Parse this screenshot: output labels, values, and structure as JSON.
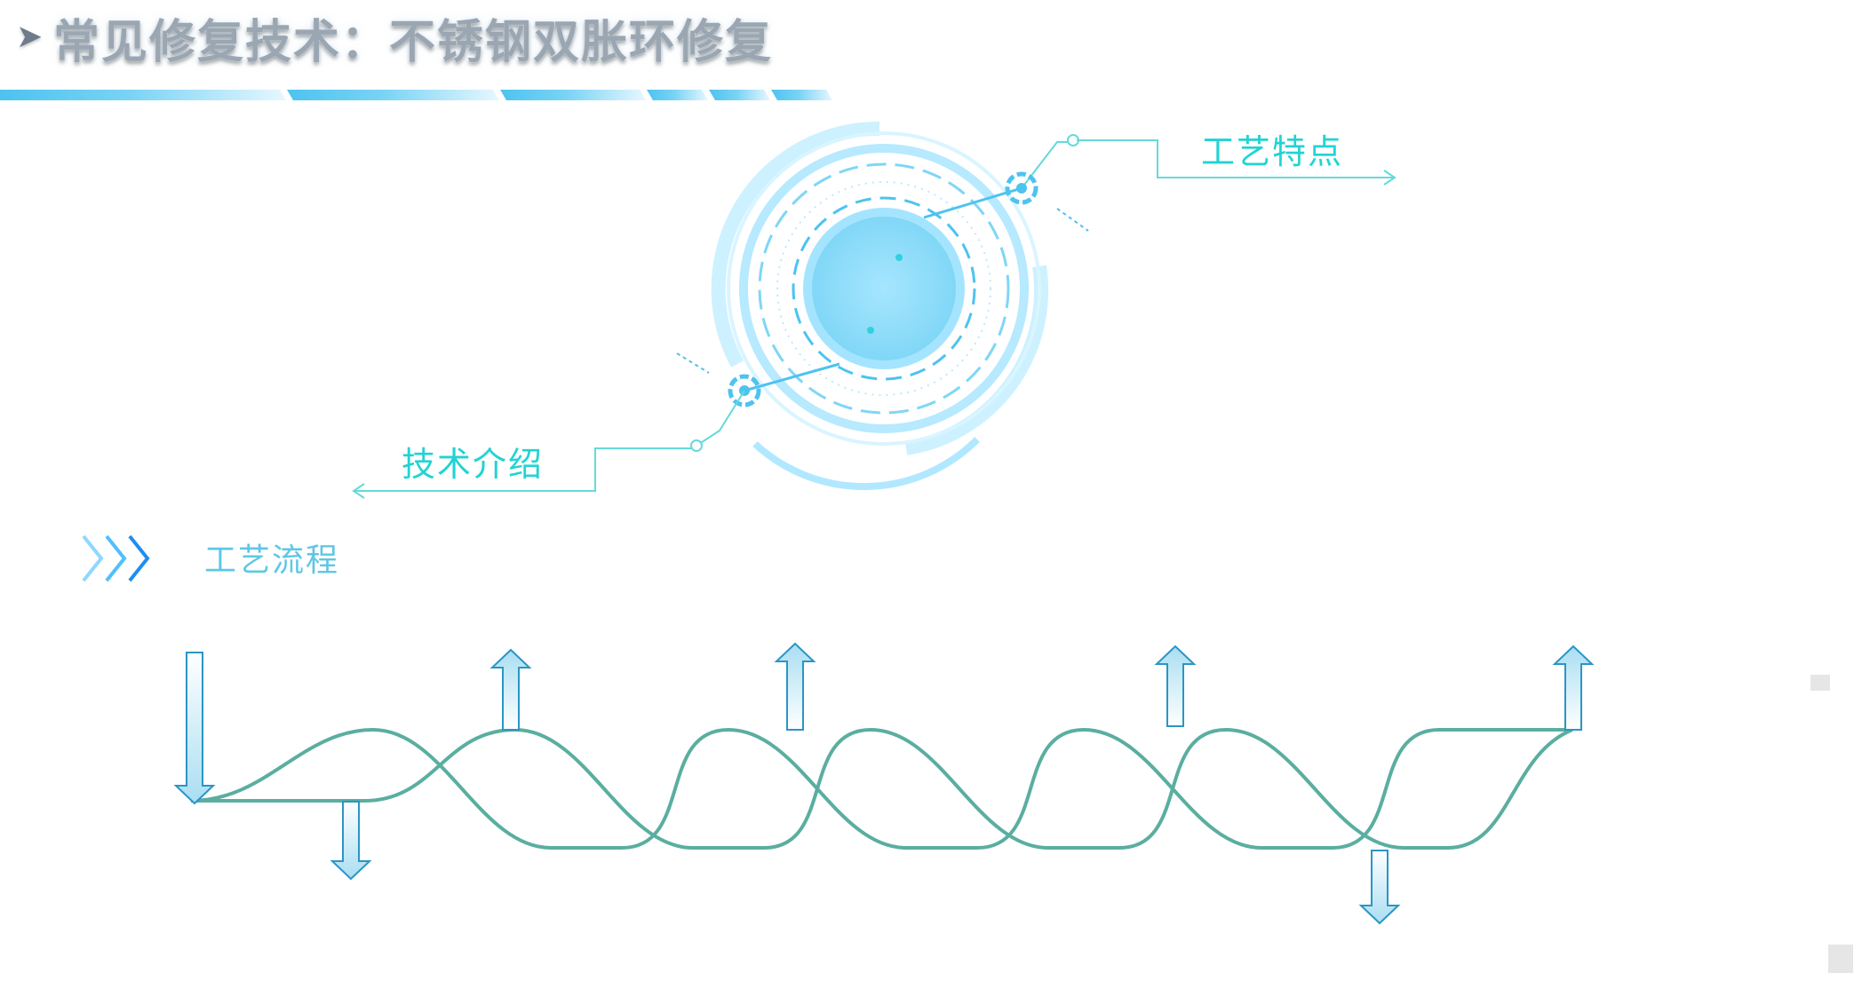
{
  "header": {
    "title": "常见修复技术：不锈钢双胀环修复",
    "chevron_icon": "chevron-right-icon"
  },
  "circle_menu": {
    "top_right_label": "工艺特点",
    "bottom_left_label": "技术介绍"
  },
  "section": {
    "label": "工艺流程",
    "icon": "triple-chevron-icon"
  },
  "colors": {
    "accent_cyan": "#22d3d3",
    "light_blue": "#5ec7e6",
    "title_gray": "#9aa6b2",
    "wave_teal": "#5aaea0",
    "arrow_stroke": "#2a95c6",
    "arrow_fill_top": "#ffffff",
    "arrow_fill_bottom": "#a9def2"
  }
}
